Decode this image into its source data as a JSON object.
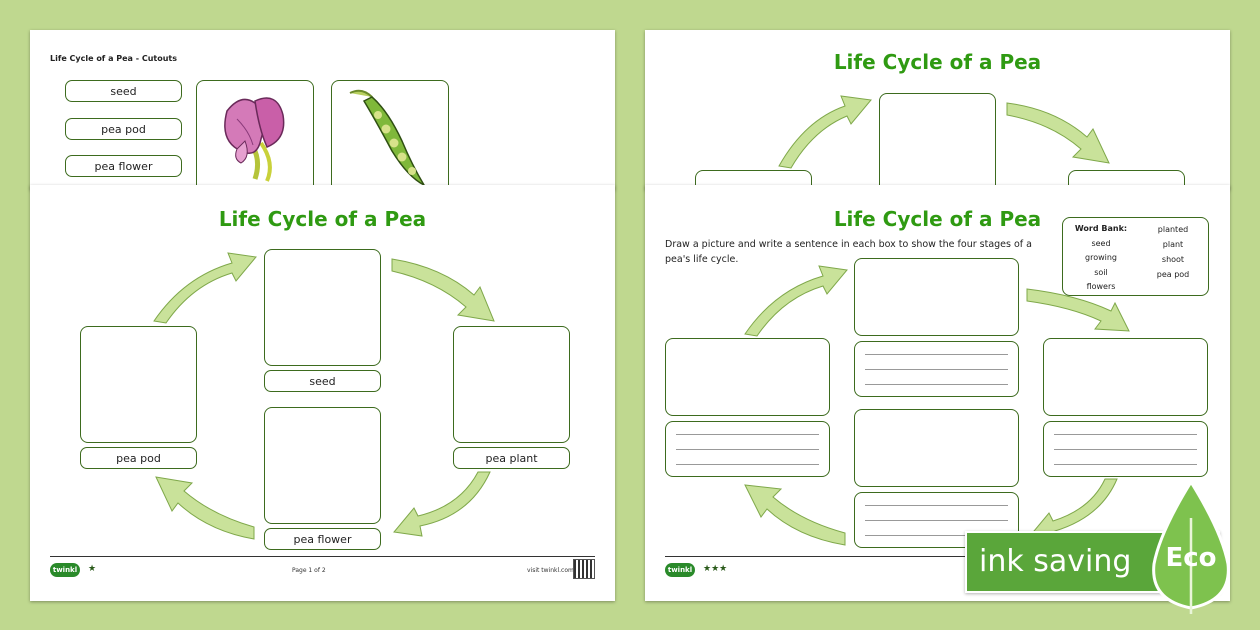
{
  "cutouts": {
    "title": "Life Cycle of a Pea - Cutouts",
    "labels": [
      "seed",
      "pea pod",
      "pea flower"
    ]
  },
  "sheet1": {
    "title": "Life Cycle of a Pea",
    "labels": {
      "seed": "seed",
      "pod": "pea pod",
      "plant": "pea plant",
      "flower": "pea flower"
    },
    "footer": {
      "logo": "twinkl",
      "stars": "★",
      "page": "Page 1 of 2",
      "site": "visit twinkl.com"
    }
  },
  "sheet_back": {
    "title": "Life Cycle of a Pea"
  },
  "sheet2": {
    "title": "Life Cycle of a Pea",
    "instructions": "Draw a picture and write a sentence in each box to show the four stages of a pea's life cycle.",
    "word_bank": {
      "heading": "Word Bank:",
      "col1": [
        "seed",
        "growing",
        "soil",
        "flowers"
      ],
      "col2": [
        "planted",
        "plant",
        "shoot",
        "pea pod"
      ]
    },
    "footer": {
      "logo": "twinkl",
      "stars": "★★★"
    }
  },
  "badge": {
    "text": "ink saving",
    "eco": "Eco"
  },
  "colors": {
    "background": "#bfd88f",
    "title_green": "#2f9a12",
    "border": "#3d6b1e",
    "arrow_fill": "#c9e29a",
    "badge_green": "#5aa63a"
  }
}
